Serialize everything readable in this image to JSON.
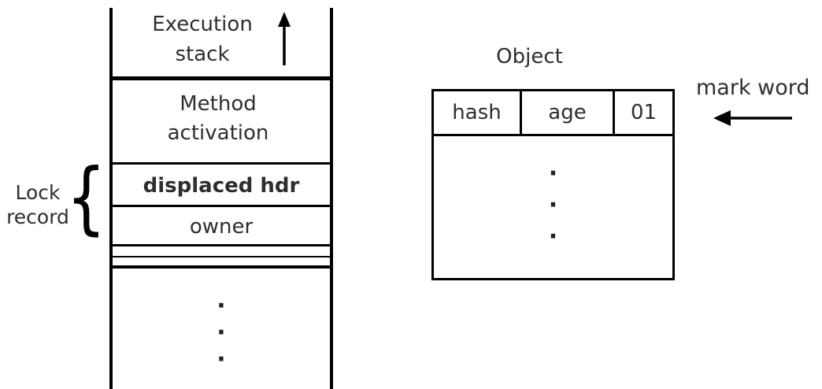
{
  "colors": {
    "line": "#000000",
    "text": "#2e2e2e",
    "background": "#ffffff"
  },
  "stack": {
    "title": "Execution stack",
    "cells": [
      {
        "label": "Method activation"
      },
      {
        "label": "displaced hdr"
      },
      {
        "label": "owner"
      }
    ],
    "ellipsis_dots": [
      "·",
      "·",
      "·"
    ],
    "up_arrow_icon": "up-arrow"
  },
  "lock_record": {
    "label": [
      "Lock",
      "record"
    ],
    "brace_char": "{"
  },
  "object": {
    "title": "Object",
    "header_cells": [
      "hash",
      "age",
      "01"
    ],
    "ellipsis_dots": [
      "·",
      "·",
      "·"
    ]
  },
  "mark_word": {
    "label": "mark word",
    "left_arrow_icon": "left-arrow"
  }
}
